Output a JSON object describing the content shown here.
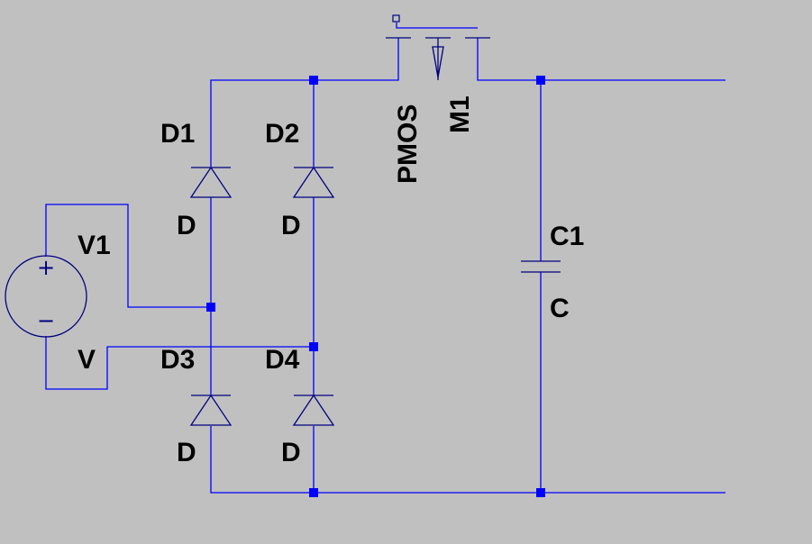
{
  "schematic": {
    "background": "#c0c0c0",
    "wire_color": "#0000ff",
    "symbol_color": "#000080",
    "components": [
      {
        "id": "v1",
        "type": "voltage-source",
        "name": "V1",
        "value": "V"
      },
      {
        "id": "d1",
        "type": "diode",
        "name": "D1",
        "value": "D"
      },
      {
        "id": "d2",
        "type": "diode",
        "name": "D2",
        "value": "D"
      },
      {
        "id": "d3",
        "type": "diode",
        "name": "D3",
        "value": "D"
      },
      {
        "id": "d4",
        "type": "diode",
        "name": "D4",
        "value": "D"
      },
      {
        "id": "m1",
        "type": "pmos-transistor",
        "name": "M1",
        "value": "PMOS"
      },
      {
        "id": "c1",
        "type": "capacitor",
        "name": "C1",
        "value": "C"
      }
    ],
    "v1_symbols": {
      "plus": "+",
      "minus": "−"
    }
  }
}
